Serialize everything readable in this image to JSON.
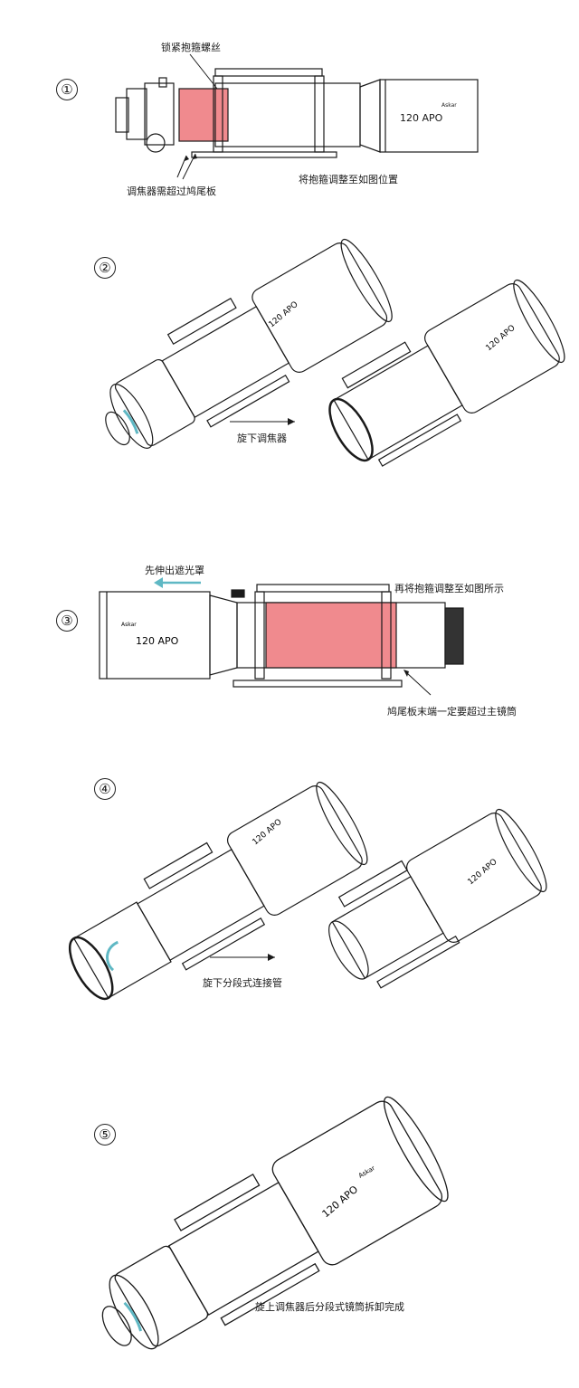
{
  "brand": "Askar",
  "model": "120 APO",
  "steps": [
    {
      "number": "①",
      "labels": {
        "screw": "锁紧抱箍螺丝",
        "focuser": "调焦器需超过鸠尾板",
        "rings": "将抱箍调整至如图位置"
      }
    },
    {
      "number": "②",
      "labels": {
        "action": "旋下调焦器"
      }
    },
    {
      "number": "③",
      "labels": {
        "hood": "先伸出遮光罩",
        "rings": "再将抱箍调整至如图所示",
        "dovetail": "鸠尾板末端一定要超过主镜筒"
      }
    },
    {
      "number": "④",
      "labels": {
        "action": "旋下分段式连接管"
      }
    },
    {
      "number": "⑤",
      "labels": {
        "action": "旋上调焦器后分段式镜筒拆卸完成"
      }
    }
  ],
  "colors": {
    "highlight": "#f08a8e",
    "arrow": "#5fb8c4",
    "line": "#1a1a1a"
  }
}
